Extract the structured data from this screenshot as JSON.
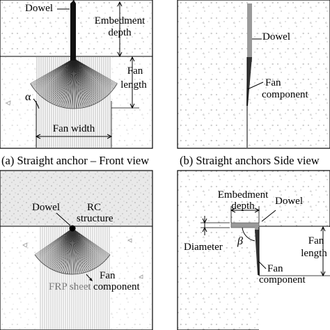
{
  "panel_a": {
    "dowel": "Dowel",
    "embedment": "Embedment",
    "depth": "depth",
    "fan": "Fan",
    "length": "length",
    "alpha": "α",
    "fan_width": "Fan width",
    "caption": "(a) Straight anchor – Front view"
  },
  "panel_b": {
    "dowel": "Dowel",
    "fan": "Fan",
    "component": "component",
    "caption": "(b) Straight anchors Side view"
  },
  "panel_c": {
    "dowel": "Dowel",
    "rc": "RC",
    "structure": "structure",
    "fan": "Fan",
    "component": "component",
    "frp_sheet": "FRP sheet"
  },
  "panel_d": {
    "embedment": "Embedment",
    "depth": "depth",
    "dowel": "Dowel",
    "diameter": "Diameter",
    "beta": "β",
    "fan": "Fan",
    "length": "length",
    "fan2": "Fan",
    "component": "component"
  }
}
